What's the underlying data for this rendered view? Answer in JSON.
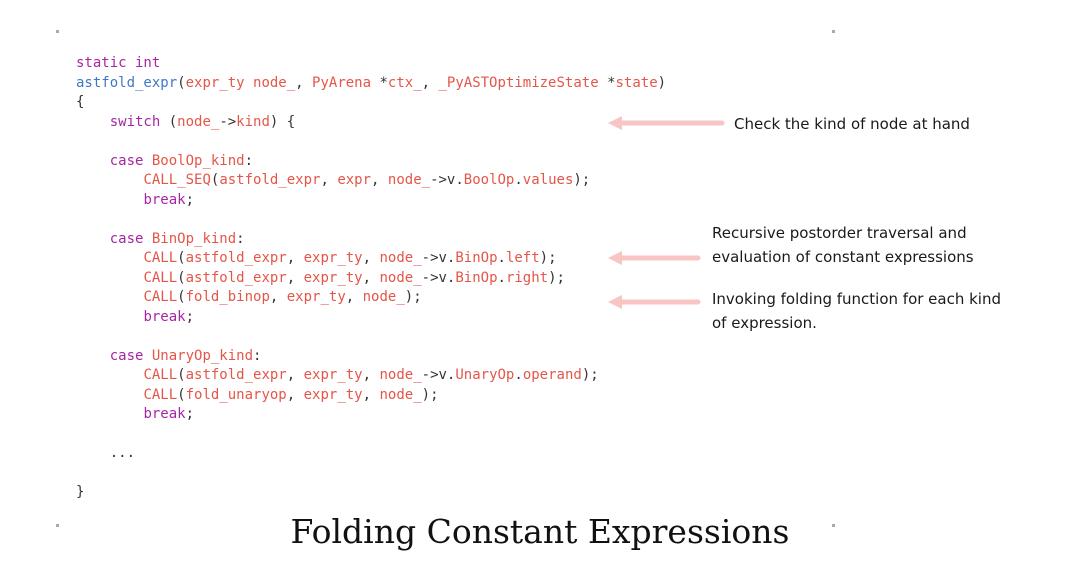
{
  "code_lines": [
    [
      {
        "t": "static int",
        "c": "kw"
      }
    ],
    [
      {
        "t": "astfold_expr",
        "c": "fn"
      },
      {
        "t": "(",
        "c": "pn"
      },
      {
        "t": "expr_ty node_",
        "c": "id"
      },
      {
        "t": ", ",
        "c": "pn"
      },
      {
        "t": "PyArena ",
        "c": "id"
      },
      {
        "t": "*",
        "c": "pn"
      },
      {
        "t": "ctx_",
        "c": "id"
      },
      {
        "t": ", ",
        "c": "pn"
      },
      {
        "t": "_PyASTOptimizeState ",
        "c": "id"
      },
      {
        "t": "*",
        "c": "pn"
      },
      {
        "t": "state",
        "c": "id"
      },
      {
        "t": ")",
        "c": "pn"
      }
    ],
    [
      {
        "t": "{",
        "c": "pn"
      }
    ],
    [
      {
        "t": "    ",
        "c": "pn"
      },
      {
        "t": "switch",
        "c": "kw"
      },
      {
        "t": " (",
        "c": "pn"
      },
      {
        "t": "node_",
        "c": "id"
      },
      {
        "t": "->",
        "c": "pn"
      },
      {
        "t": "kind",
        "c": "id"
      },
      {
        "t": ") {",
        "c": "pn"
      }
    ],
    [
      {
        "t": "",
        "c": "pn"
      }
    ],
    [
      {
        "t": "    ",
        "c": "pn"
      },
      {
        "t": "case",
        "c": "kw"
      },
      {
        "t": " ",
        "c": "pn"
      },
      {
        "t": "BoolOp_kind",
        "c": "id"
      },
      {
        "t": ":",
        "c": "pn"
      }
    ],
    [
      {
        "t": "        ",
        "c": "pn"
      },
      {
        "t": "CALL_SEQ",
        "c": "id"
      },
      {
        "t": "(",
        "c": "pn"
      },
      {
        "t": "astfold_expr",
        "c": "id"
      },
      {
        "t": ", ",
        "c": "pn"
      },
      {
        "t": "expr",
        "c": "id"
      },
      {
        "t": ", ",
        "c": "pn"
      },
      {
        "t": "node_",
        "c": "id"
      },
      {
        "t": "->v.",
        "c": "pn"
      },
      {
        "t": "BoolOp",
        "c": "id"
      },
      {
        "t": ".",
        "c": "pn"
      },
      {
        "t": "values",
        "c": "id"
      },
      {
        "t": ");",
        "c": "pn"
      }
    ],
    [
      {
        "t": "        ",
        "c": "pn"
      },
      {
        "t": "break",
        "c": "kw"
      },
      {
        "t": ";",
        "c": "pn"
      }
    ],
    [
      {
        "t": "",
        "c": "pn"
      }
    ],
    [
      {
        "t": "    ",
        "c": "pn"
      },
      {
        "t": "case",
        "c": "kw"
      },
      {
        "t": " ",
        "c": "pn"
      },
      {
        "t": "BinOp_kind",
        "c": "id"
      },
      {
        "t": ":",
        "c": "pn"
      }
    ],
    [
      {
        "t": "        ",
        "c": "pn"
      },
      {
        "t": "CALL",
        "c": "id"
      },
      {
        "t": "(",
        "c": "pn"
      },
      {
        "t": "astfold_expr",
        "c": "id"
      },
      {
        "t": ", ",
        "c": "pn"
      },
      {
        "t": "expr_ty",
        "c": "id"
      },
      {
        "t": ", ",
        "c": "pn"
      },
      {
        "t": "node_",
        "c": "id"
      },
      {
        "t": "->v.",
        "c": "pn"
      },
      {
        "t": "BinOp",
        "c": "id"
      },
      {
        "t": ".",
        "c": "pn"
      },
      {
        "t": "left",
        "c": "id"
      },
      {
        "t": ");",
        "c": "pn"
      }
    ],
    [
      {
        "t": "        ",
        "c": "pn"
      },
      {
        "t": "CALL",
        "c": "id"
      },
      {
        "t": "(",
        "c": "pn"
      },
      {
        "t": "astfold_expr",
        "c": "id"
      },
      {
        "t": ", ",
        "c": "pn"
      },
      {
        "t": "expr_ty",
        "c": "id"
      },
      {
        "t": ", ",
        "c": "pn"
      },
      {
        "t": "node_",
        "c": "id"
      },
      {
        "t": "->v.",
        "c": "pn"
      },
      {
        "t": "BinOp",
        "c": "id"
      },
      {
        "t": ".",
        "c": "pn"
      },
      {
        "t": "right",
        "c": "id"
      },
      {
        "t": ");",
        "c": "pn"
      }
    ],
    [
      {
        "t": "        ",
        "c": "pn"
      },
      {
        "t": "CALL",
        "c": "id"
      },
      {
        "t": "(",
        "c": "pn"
      },
      {
        "t": "fold_binop",
        "c": "id"
      },
      {
        "t": ", ",
        "c": "pn"
      },
      {
        "t": "expr_ty",
        "c": "id"
      },
      {
        "t": ", ",
        "c": "pn"
      },
      {
        "t": "node_",
        "c": "id"
      },
      {
        "t": ");",
        "c": "pn"
      }
    ],
    [
      {
        "t": "        ",
        "c": "pn"
      },
      {
        "t": "break",
        "c": "kw"
      },
      {
        "t": ";",
        "c": "pn"
      }
    ],
    [
      {
        "t": "",
        "c": "pn"
      }
    ],
    [
      {
        "t": "    ",
        "c": "pn"
      },
      {
        "t": "case",
        "c": "kw"
      },
      {
        "t": " ",
        "c": "pn"
      },
      {
        "t": "UnaryOp_kind",
        "c": "id"
      },
      {
        "t": ":",
        "c": "pn"
      }
    ],
    [
      {
        "t": "        ",
        "c": "pn"
      },
      {
        "t": "CALL",
        "c": "id"
      },
      {
        "t": "(",
        "c": "pn"
      },
      {
        "t": "astfold_expr",
        "c": "id"
      },
      {
        "t": ", ",
        "c": "pn"
      },
      {
        "t": "expr_ty",
        "c": "id"
      },
      {
        "t": ", ",
        "c": "pn"
      },
      {
        "t": "node_",
        "c": "id"
      },
      {
        "t": "->v.",
        "c": "pn"
      },
      {
        "t": "UnaryOp",
        "c": "id"
      },
      {
        "t": ".",
        "c": "pn"
      },
      {
        "t": "operand",
        "c": "id"
      },
      {
        "t": ");",
        "c": "pn"
      }
    ],
    [
      {
        "t": "        ",
        "c": "pn"
      },
      {
        "t": "CALL",
        "c": "id"
      },
      {
        "t": "(",
        "c": "pn"
      },
      {
        "t": "fold_unaryop",
        "c": "id"
      },
      {
        "t": ", ",
        "c": "pn"
      },
      {
        "t": "expr_ty",
        "c": "id"
      },
      {
        "t": ", ",
        "c": "pn"
      },
      {
        "t": "node_",
        "c": "id"
      },
      {
        "t": ");",
        "c": "pn"
      }
    ],
    [
      {
        "t": "        ",
        "c": "pn"
      },
      {
        "t": "break",
        "c": "kw"
      },
      {
        "t": ";",
        "c": "pn"
      }
    ],
    [
      {
        "t": "",
        "c": "pn"
      }
    ],
    [
      {
        "t": "    ...",
        "c": "pn"
      }
    ],
    [
      {
        "t": "",
        "c": "pn"
      }
    ],
    [
      {
        "t": "}",
        "c": "pn"
      }
    ]
  ],
  "annotations": {
    "check_kind": "Check the kind of node at hand",
    "recursive_line1": "Recursive postorder traversal and",
    "recursive_line2": "evaluation of constant expressions",
    "invoking_line1": "Invoking folding function for each kind",
    "invoking_line2": "of expression."
  },
  "caption": "Folding Constant Expressions",
  "colors": {
    "arrow": "#f7c6c4",
    "keyword": "#a626a4",
    "function": "#4078c8",
    "identifier": "#e45649"
  }
}
